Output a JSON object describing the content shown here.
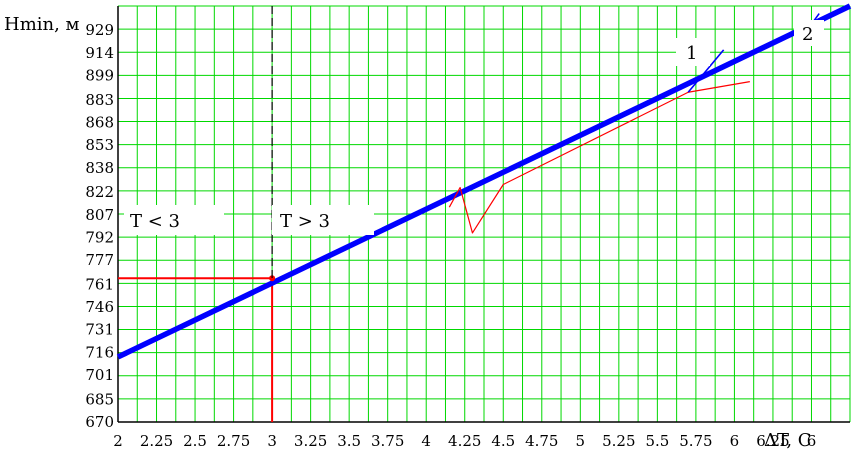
{
  "chart_data": {
    "type": "line",
    "ylabel": "Hmin, м",
    "xlabel": "ΔT, C",
    "xlim": [
      2,
      6.75
    ],
    "ylim": [
      670,
      945
    ],
    "grid": true,
    "x_ticks": [
      2,
      2.25,
      2.5,
      2.75,
      3,
      3.25,
      3.5,
      3.75,
      4,
      4.25,
      4.5,
      4.75,
      5,
      5.25,
      5.5,
      5.75,
      6,
      6.25,
      6.5
    ],
    "x_tick_labels": [
      "2",
      "2.25",
      "2.5",
      "2.75",
      "3",
      "3.25",
      "3.5",
      "3.75",
      "4",
      "4.25",
      "4.5",
      "4.75",
      "5",
      "5.25",
      "5.5",
      "5.75",
      "6",
      "6.25",
      "6"
    ],
    "y_ticks": [
      670,
      685,
      701,
      716,
      731,
      746,
      761,
      777,
      792,
      807,
      822,
      838,
      853,
      868,
      883,
      899,
      914,
      929
    ],
    "y_tick_labels": [
      "670",
      "685",
      "701",
      "716",
      "731",
      "746",
      "761",
      "777",
      "792",
      "807",
      "822",
      "838",
      "853",
      "868",
      "883",
      "899",
      "914",
      "929"
    ],
    "series": [
      {
        "key": "fit",
        "color": "#0000ff",
        "x": [
          2,
          6.75
        ],
        "y": [
          713,
          945
        ]
      },
      {
        "key": "measured",
        "color": "#ff0000",
        "x": [
          4.15,
          4.22,
          4.3,
          4.5,
          5.7,
          6.1
        ],
        "y": [
          812,
          825,
          795,
          827,
          888,
          895
        ]
      },
      {
        "key": "curve1",
        "color": "#0000ff",
        "x": [
          5.7,
          5.93
        ],
        "y": [
          888,
          916
        ]
      },
      {
        "key": "curve2",
        "color": "#0000ff",
        "x": [
          6.4,
          6.55
        ],
        "y": [
          919,
          940
        ]
      }
    ],
    "reference_point": {
      "x": 3,
      "y": 765,
      "color": "#ff0000"
    },
    "divider": {
      "x": 3,
      "left_label": "T < 3",
      "right_label": "T > 3"
    },
    "annotations": [
      {
        "text": "1",
        "x": 5.98,
        "y": 927
      },
      {
        "text": "2",
        "x": 6.65,
        "y": 945
      }
    ]
  }
}
